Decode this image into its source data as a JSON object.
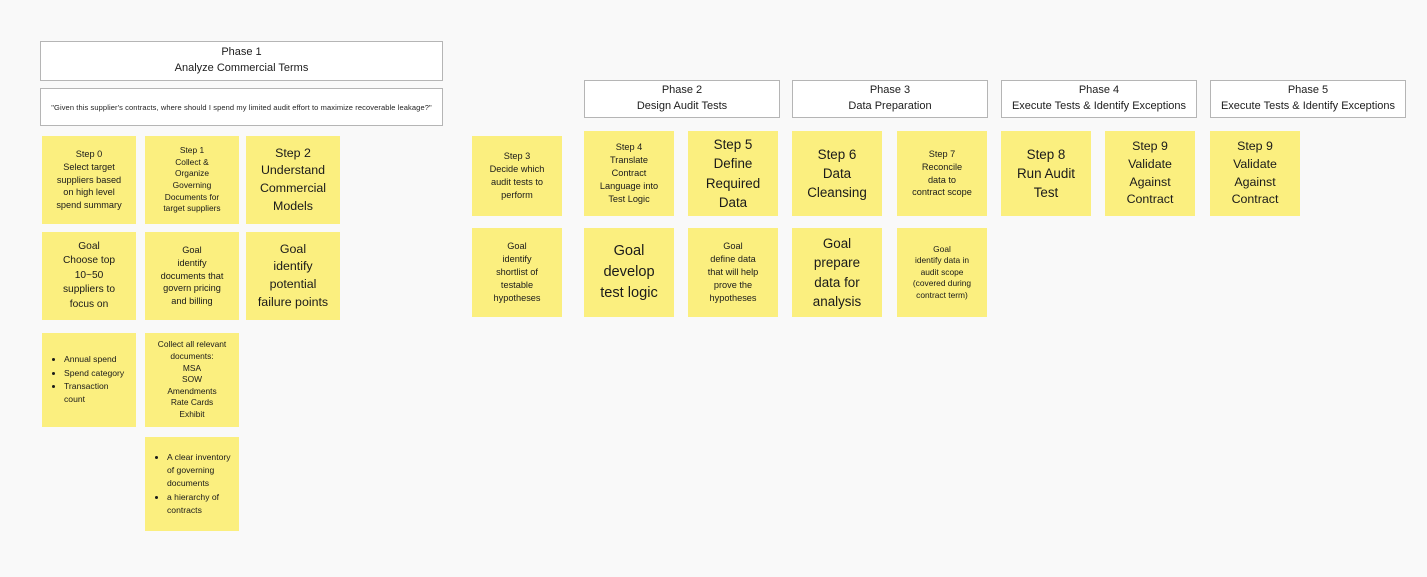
{
  "board": {
    "background_color": "#f9f9f9",
    "card_color": "#fbef7f",
    "header_bg_color": "#ffffff",
    "header_border_color": "#b5b5b5"
  },
  "phases": [
    {
      "title": "Phase 1",
      "subtitle": "Analyze Commercial Terms"
    },
    {
      "title": "Phase 2",
      "subtitle": "Design Audit Tests"
    },
    {
      "title": "Phase 3",
      "subtitle": "Data Preparation"
    },
    {
      "title": "Phase 4",
      "subtitle": "Execute Tests & Identify Exceptions"
    },
    {
      "title": "Phase 5",
      "subtitle": "Execute Tests & Identify Exceptions"
    }
  ],
  "quote": {
    "text": "\"Given this supplier's contracts, where should I spend my limited audit effort to maximize recoverable leakage?\""
  },
  "steps": [
    {
      "id": "step-0",
      "lines": [
        "Step 0",
        "Select target",
        "suppliers based",
        "on high level",
        "spend summary"
      ]
    },
    {
      "id": "step-1",
      "lines": [
        "Step 1",
        "Collect &",
        "Organize",
        "Governing",
        "Documents for",
        "target suppliers"
      ]
    },
    {
      "id": "step-2",
      "lines": [
        "Step 2",
        "Understand",
        "Commercial",
        "Models"
      ]
    },
    {
      "id": "step-3",
      "lines": [
        "Step 3",
        "Decide which",
        "audit tests to",
        "perform"
      ]
    },
    {
      "id": "step-4",
      "lines": [
        "Step 4",
        "Translate",
        "Contract",
        "Language into",
        "Test Logic"
      ]
    },
    {
      "id": "step-5",
      "lines": [
        "Step 5",
        "Define",
        "Required",
        "Data"
      ]
    },
    {
      "id": "step-6",
      "lines": [
        "Step 6",
        "Data",
        "Cleansing"
      ]
    },
    {
      "id": "step-7",
      "lines": [
        "Step 7",
        "Reconcile",
        "data to",
        "contract scope"
      ]
    },
    {
      "id": "step-8",
      "lines": [
        "Step 8",
        "Run Audit",
        "Test"
      ]
    },
    {
      "id": "step-9a",
      "lines": [
        "Step 9",
        "Validate",
        "Against",
        "Contract"
      ]
    },
    {
      "id": "step-9b",
      "lines": [
        "Step 9",
        "Validate",
        "Against",
        "Contract"
      ]
    }
  ],
  "goals": [
    {
      "id": "goal-0",
      "lines": [
        "Goal",
        "Choose top",
        "10~50",
        "suppliers to",
        "focus on"
      ]
    },
    {
      "id": "goal-1",
      "lines": [
        "Goal",
        "identify",
        "documents that",
        "govern pricing",
        "and billing"
      ]
    },
    {
      "id": "goal-2",
      "lines": [
        "Goal",
        "identify",
        "potential",
        "failure points"
      ]
    },
    {
      "id": "goal-3",
      "lines": [
        "Goal",
        "identify",
        "shortlist of",
        "testable",
        "hypotheses"
      ]
    },
    {
      "id": "goal-4",
      "lines": [
        "Goal",
        "develop",
        "test logic"
      ]
    },
    {
      "id": "goal-5",
      "lines": [
        "Goal",
        "define data",
        "that will help",
        "prove the",
        "hypotheses"
      ]
    },
    {
      "id": "goal-6",
      "lines": [
        "Goal",
        "prepare",
        "data for",
        "analysis"
      ]
    },
    {
      "id": "goal-7",
      "lines": [
        "Goal",
        "identify data in",
        "audit scope",
        "(covered during",
        "contract term)"
      ]
    }
  ],
  "outputs": [
    {
      "id": "output-0",
      "type": "bullets",
      "items": [
        "Annual spend",
        "Spend category",
        "Transaction count"
      ]
    },
    {
      "id": "output-1",
      "type": "lines",
      "lines": [
        "Collect all relevant",
        "documents:",
        "MSA",
        "SOW",
        "Amendments",
        "Rate Cards",
        "Exhibit"
      ]
    },
    {
      "id": "output-2",
      "type": "bullets",
      "items": [
        "A clear inventory of governing documents",
        "a hierarchy of contracts"
      ]
    }
  ]
}
